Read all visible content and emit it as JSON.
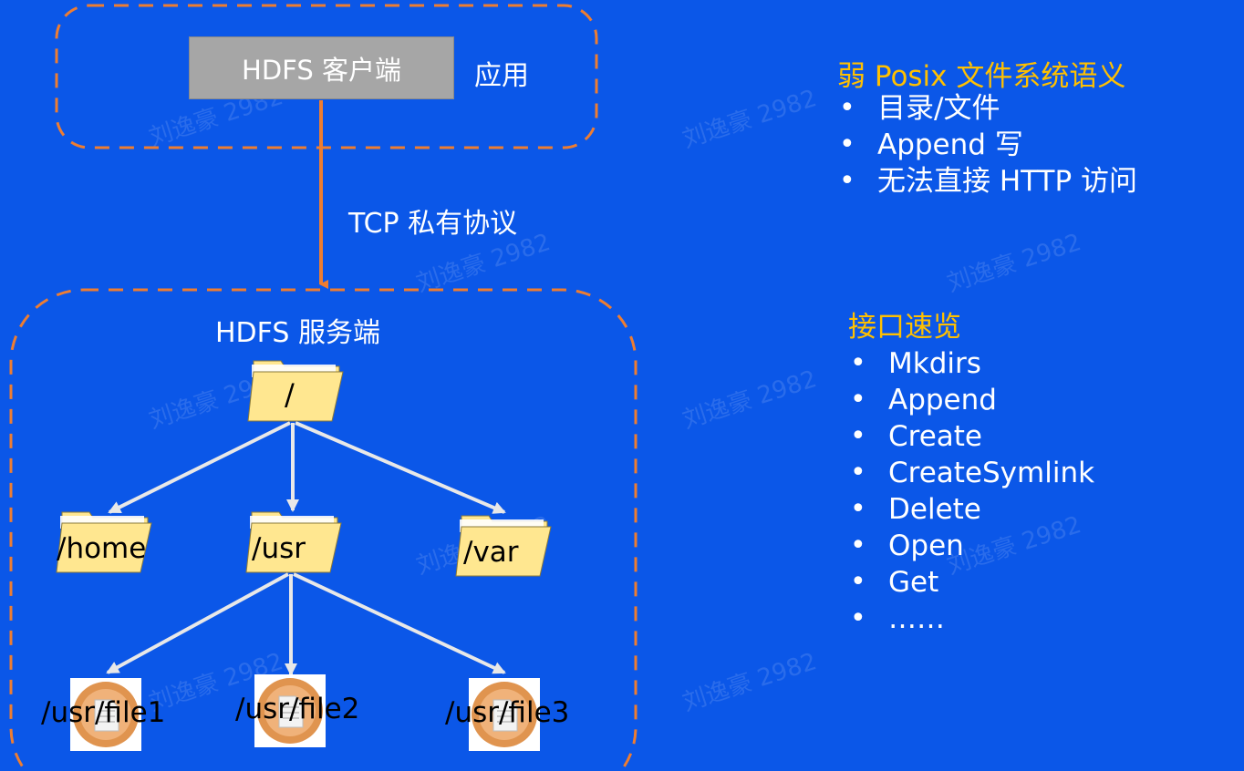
{
  "client": {
    "label": "HDFS 客户端",
    "side_label": "应用"
  },
  "protocol_label": "TCP 私有协议",
  "server": {
    "title": "HDFS 服务端",
    "root": "/",
    "dirs": [
      "/home",
      "/usr",
      "/var"
    ],
    "files": [
      "/usr/file1",
      "/usr/file2",
      "/usr/file3"
    ]
  },
  "semantics": {
    "heading": "弱 Posix 文件系统语义",
    "items": [
      "目录/文件",
      "Append 写",
      "无法直接 HTTP 访问"
    ]
  },
  "api": {
    "heading": "接口速览",
    "items": [
      "Mkdirs",
      "Append",
      "Create",
      "CreateSymlink",
      "Delete",
      "Open",
      "Get",
      "……"
    ]
  },
  "watermark": "刘逸豪 2982",
  "colors": {
    "background": "#0b57e8",
    "dashed_border": "#ee7d31",
    "arrow": "#ee7d31",
    "tree_arrow": "#e8e8e8",
    "folder": "#ffe790",
    "heading": "#ffc000",
    "file_circle": "#e0944f"
  }
}
